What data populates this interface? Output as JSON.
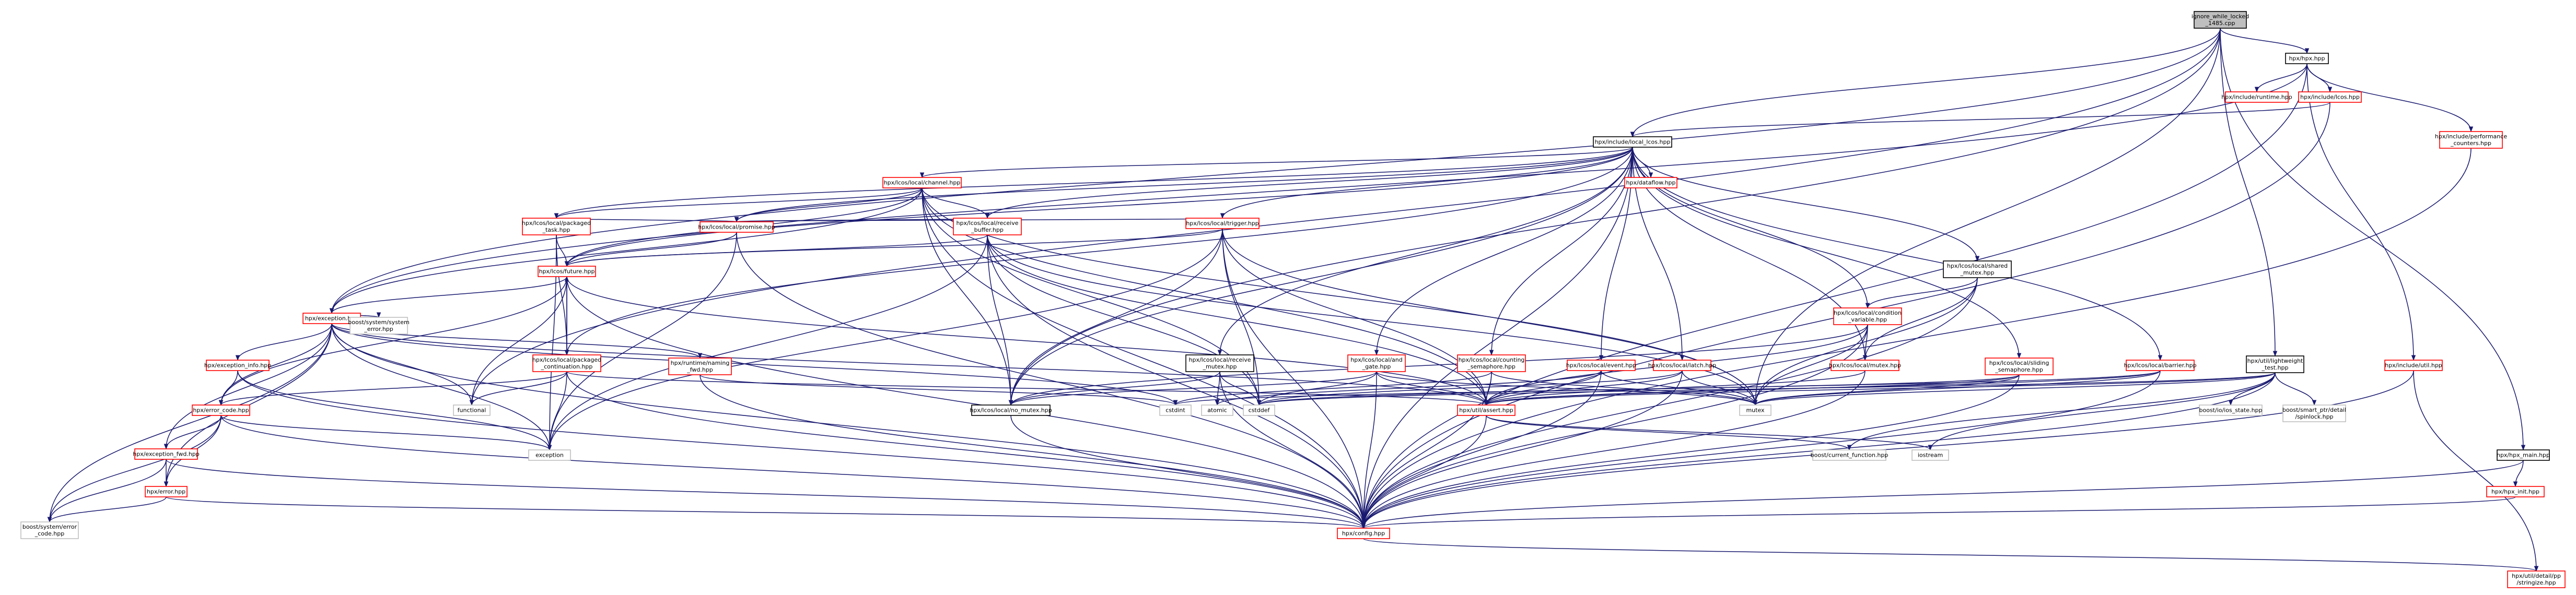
{
  "colors": {
    "edge": "#191970",
    "root_fill": "#bfbfbf",
    "root_border": "#000000",
    "documented_border": "#000000",
    "undocumented_border": "#ff0000",
    "external_border": "#bfbfbf",
    "node_fill": "#ffffff"
  },
  "nodes": [
    {
      "id": "root",
      "kind": "root",
      "lines": [
        "ignore_while_locked",
        "_1485.cpp"
      ]
    },
    {
      "id": "hpx_hpp",
      "kind": "doc",
      "lines": [
        "hpx/hpx.hpp"
      ]
    },
    {
      "id": "hpx_main_hpp",
      "kind": "doc",
      "lines": [
        "hpx/hpx_main.hpp"
      ]
    },
    {
      "id": "include_runtime",
      "kind": "undoc",
      "lines": [
        "hpx/include/runtime.hpp"
      ]
    },
    {
      "id": "include_lcos",
      "kind": "undoc",
      "lines": [
        "hpx/include/lcos.hpp"
      ]
    },
    {
      "id": "include_perf",
      "kind": "undoc",
      "lines": [
        "hpx/include/performance",
        "_counters.hpp"
      ]
    },
    {
      "id": "local_lcos",
      "kind": "doc",
      "lines": [
        "hpx/include/local_lcos.hpp"
      ]
    },
    {
      "id": "channel",
      "kind": "undoc",
      "lines": [
        "hpx/lcos/local/channel.hpp"
      ]
    },
    {
      "id": "dataflow",
      "kind": "undoc",
      "lines": [
        "hpx/dataflow.hpp"
      ]
    },
    {
      "id": "receive_buffer",
      "kind": "undoc",
      "lines": [
        "hpx/lcos/local/receive",
        "_buffer.hpp"
      ]
    },
    {
      "id": "trigger",
      "kind": "undoc",
      "lines": [
        "hpx/lcos/local/trigger.hpp"
      ]
    },
    {
      "id": "packaged_task",
      "kind": "undoc",
      "lines": [
        "hpx/lcos/local/packaged",
        "_task.hpp"
      ]
    },
    {
      "id": "promise",
      "kind": "undoc",
      "lines": [
        "hpx/lcos/local/promise.hpp"
      ]
    },
    {
      "id": "future",
      "kind": "undoc",
      "lines": [
        "hpx/lcos/future.hpp"
      ]
    },
    {
      "id": "shared_mutex",
      "kind": "doc",
      "lines": [
        "hpx/lcos/local/shared",
        "_mutex.hpp"
      ]
    },
    {
      "id": "condition_variable",
      "kind": "undoc",
      "lines": [
        "hpx/lcos/local/condition",
        "_variable.hpp"
      ]
    },
    {
      "id": "exception",
      "kind": "undoc",
      "lines": [
        "hpx/exception.hpp"
      ]
    },
    {
      "id": "boost_system_error",
      "kind": "ext",
      "lines": [
        "boost/system/system",
        "_error.hpp"
      ]
    },
    {
      "id": "packaged_continuation",
      "kind": "undoc",
      "lines": [
        "hpx/lcos/local/packaged",
        "_continuation.hpp"
      ]
    },
    {
      "id": "runtime_naming_fwd",
      "kind": "undoc",
      "lines": [
        "hpx/runtime/naming",
        "_fwd.hpp"
      ]
    },
    {
      "id": "exception_info",
      "kind": "undoc",
      "lines": [
        "hpx/exception_info.hpp"
      ]
    },
    {
      "id": "receive_mutex",
      "kind": "doc",
      "lines": [
        "hpx/lcos/local/receive",
        "_mutex.hpp"
      ]
    },
    {
      "id": "and_gate",
      "kind": "undoc",
      "lines": [
        "hpx/lcos/local/and",
        "_gate.hpp"
      ]
    },
    {
      "id": "counting_semaphore",
      "kind": "undoc",
      "lines": [
        "hpx/lcos/local/counting",
        "_semaphore.hpp"
      ]
    },
    {
      "id": "event",
      "kind": "undoc",
      "lines": [
        "hpx/lcos/local/event.hpp"
      ]
    },
    {
      "id": "latch",
      "kind": "undoc",
      "lines": [
        "hpx/lcos/local/latch.hpp"
      ]
    },
    {
      "id": "local_mutex",
      "kind": "undoc",
      "lines": [
        "hpx/lcos/local/mutex.hpp"
      ]
    },
    {
      "id": "sliding_semaphore",
      "kind": "undoc",
      "lines": [
        "hpx/lcos/local/sliding",
        "_semaphore.hpp"
      ]
    },
    {
      "id": "barrier",
      "kind": "undoc",
      "lines": [
        "hpx/lcos/local/barrier.hpp"
      ]
    },
    {
      "id": "lightweight_test",
      "kind": "doc",
      "lines": [
        "hpx/util/lightweight",
        "_test.hpp"
      ]
    },
    {
      "id": "include_util",
      "kind": "undoc",
      "lines": [
        "hpx/include/util.hpp"
      ]
    },
    {
      "id": "error_code",
      "kind": "undoc",
      "lines": [
        "hpx/error_code.hpp"
      ]
    },
    {
      "id": "exception_fwd",
      "kind": "undoc",
      "lines": [
        "hpx/exception_fwd.hpp"
      ]
    },
    {
      "id": "error_hpp",
      "kind": "undoc",
      "lines": [
        "hpx/error.hpp"
      ]
    },
    {
      "id": "boost_error_code",
      "kind": "ext",
      "lines": [
        "boost/system/error",
        "_code.hpp"
      ]
    },
    {
      "id": "functional",
      "kind": "ext",
      "lines": [
        "functional"
      ]
    },
    {
      "id": "std_exception",
      "kind": "ext",
      "lines": [
        "exception"
      ]
    },
    {
      "id": "no_mutex",
      "kind": "doc",
      "lines": [
        "hpx/lcos/local/no_mutex.hpp"
      ]
    },
    {
      "id": "cstdint",
      "kind": "ext",
      "lines": [
        "cstdint"
      ]
    },
    {
      "id": "atomic",
      "kind": "ext",
      "lines": [
        "atomic"
      ]
    },
    {
      "id": "cstddef",
      "kind": "ext",
      "lines": [
        "cstddef"
      ]
    },
    {
      "id": "assert",
      "kind": "undoc",
      "lines": [
        "hpx/util/assert.hpp"
      ]
    },
    {
      "id": "mutex",
      "kind": "ext",
      "lines": [
        "mutex"
      ]
    },
    {
      "id": "boost_current_function",
      "kind": "ext",
      "lines": [
        "boost/current_function.hpp"
      ]
    },
    {
      "id": "iostream",
      "kind": "ext",
      "lines": [
        "iostream"
      ]
    },
    {
      "id": "boost_io_state",
      "kind": "ext",
      "lines": [
        "boost/io/ios_state.hpp"
      ]
    },
    {
      "id": "boost_pthread_spinlock",
      "kind": "ext",
      "lines": [
        "boost/smart_ptr/detail",
        "/spinlock.hpp"
      ]
    },
    {
      "id": "hpx_init",
      "kind": "undoc",
      "lines": [
        "hpx/hpx_init.hpp"
      ]
    },
    {
      "id": "config",
      "kind": "undoc",
      "lines": [
        "hpx/config.hpp"
      ]
    },
    {
      "id": "string_ref",
      "kind": "undoc",
      "lines": [
        "hpx/util/detail/pp",
        "/stringize.hpp"
      ]
    }
  ]
}
